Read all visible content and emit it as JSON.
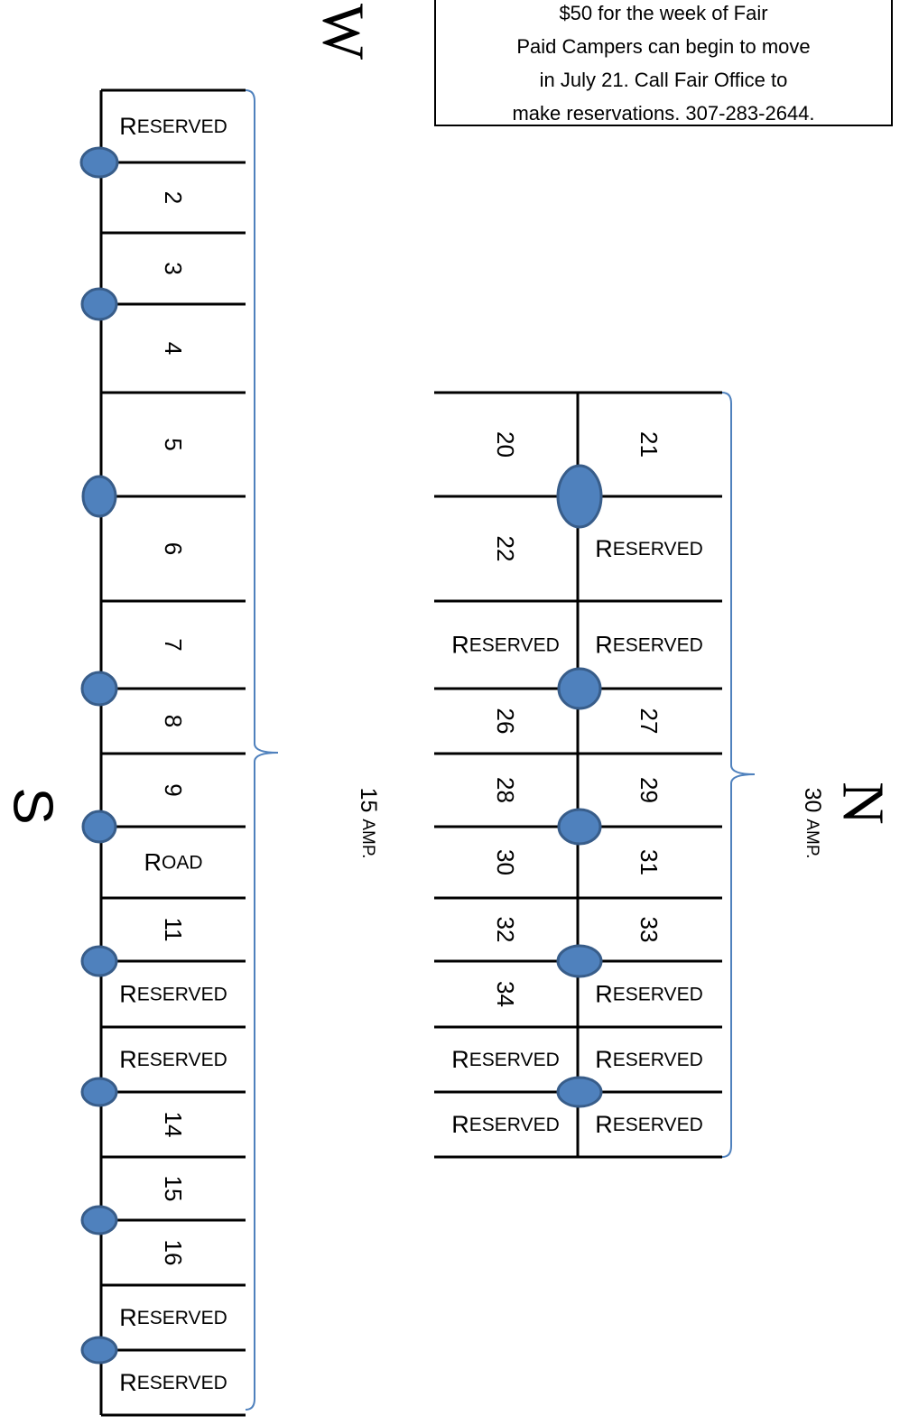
{
  "notice": {
    "lines": [
      "$50 for the week of Fair",
      "Paid Campers can begin to move",
      "in July 21. Call Fair Office to",
      "make reservations. 307-283-2644."
    ]
  },
  "compass": {
    "west": "W",
    "south": "S",
    "north": "N"
  },
  "amperage": {
    "left_section": "15 amp.",
    "right_section": "30 amp."
  },
  "left_column": [
    {
      "label": "Reserved",
      "rotated": false
    },
    {
      "label": "2",
      "rotated": true
    },
    {
      "label": "3",
      "rotated": true
    },
    {
      "label": "4",
      "rotated": true
    },
    {
      "label": "5",
      "rotated": true
    },
    {
      "label": "6",
      "rotated": true
    },
    {
      "label": "7",
      "rotated": true
    },
    {
      "label": "8",
      "rotated": true
    },
    {
      "label": "9",
      "rotated": true
    },
    {
      "label": "Road",
      "rotated": false
    },
    {
      "label": "11",
      "rotated": true
    },
    {
      "label": "Reserved",
      "rotated": false
    },
    {
      "label": "Reserved",
      "rotated": false
    },
    {
      "label": "14",
      "rotated": true
    },
    {
      "label": "15",
      "rotated": true
    },
    {
      "label": "16",
      "rotated": true
    },
    {
      "label": "Reserved",
      "rotated": false
    },
    {
      "label": "Reserved",
      "rotated": false
    }
  ],
  "right_rows": [
    {
      "left": "20",
      "right": "21"
    },
    {
      "left": "22",
      "right": "Reserved"
    },
    {
      "left": "Reserved",
      "right": "Reserved"
    },
    {
      "left": "26",
      "right": "27"
    },
    {
      "left": "28",
      "right": "29"
    },
    {
      "left": "30",
      "right": "31"
    },
    {
      "left": "32",
      "right": "33"
    },
    {
      "left": "34",
      "right": "Reserved"
    },
    {
      "left": "Reserved",
      "right": "Reserved"
    },
    {
      "left": "Reserved",
      "right": "Reserved"
    }
  ],
  "colors": {
    "pedestal_fill": "#4f81bd",
    "pedestal_stroke": "#385d8a",
    "brace": "#4f81bd",
    "lines": "#000000"
  }
}
